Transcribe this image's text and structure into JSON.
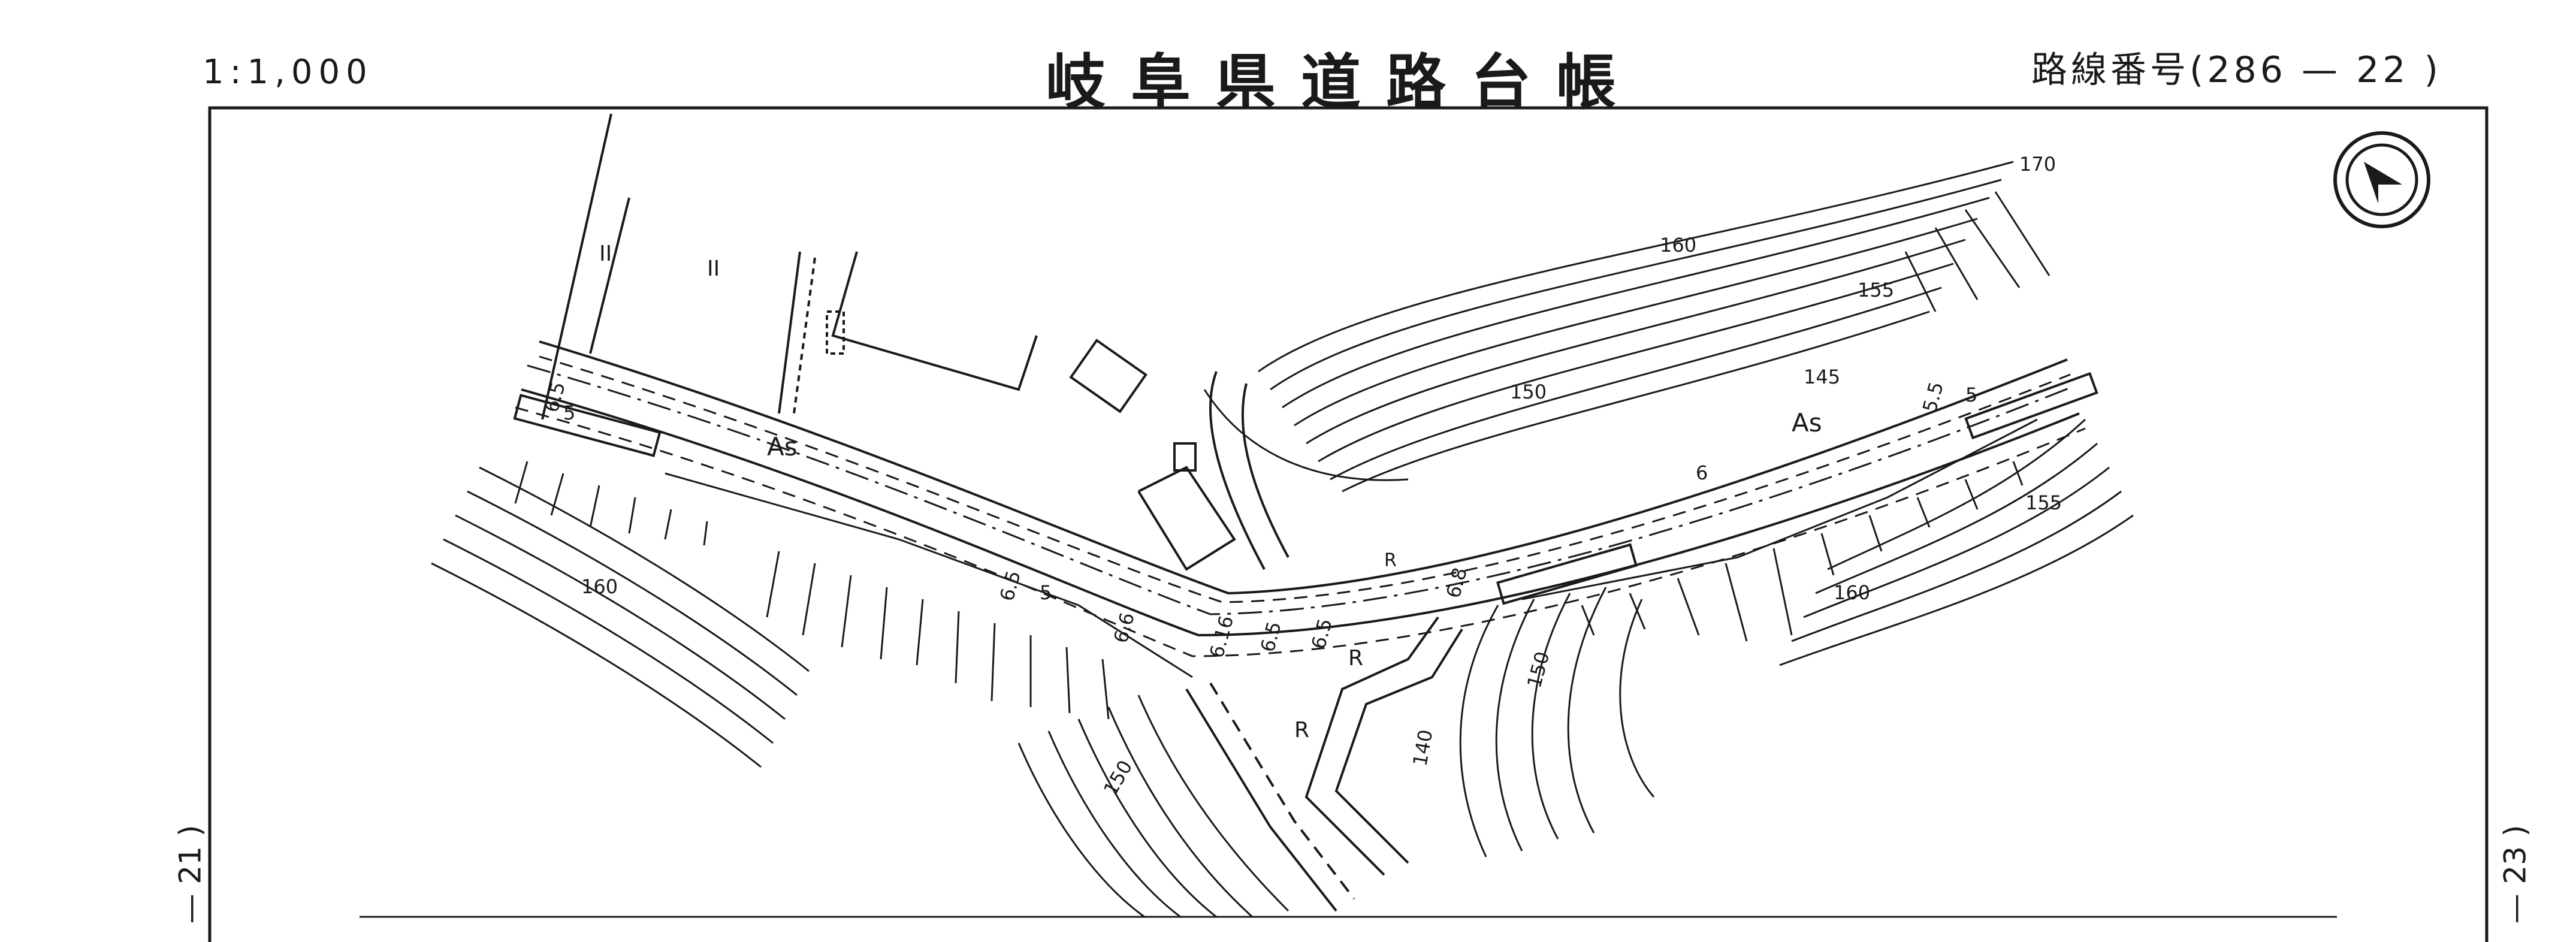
{
  "header": {
    "scale": "1:1,000",
    "title": "岐阜県道路台帳",
    "route_number": "路線番号(286 — 22 )"
  },
  "adjacent_sheets": {
    "left": "— 21 )",
    "right": "— 23 )"
  },
  "map": {
    "north_arrow_icon": "north-arrow-icon",
    "road_surface_labels": [
      "As",
      "As"
    ],
    "width_labels": [
      "6.5",
      "5",
      "6.5",
      "5",
      "6.6",
      "6.16",
      "6.5",
      "6.5",
      "6.8",
      "6",
      "5.5",
      "5"
    ],
    "contour_labels": [
      "170",
      "160",
      "155",
      "150",
      "145",
      "155",
      "160",
      "150",
      "140",
      "160",
      "150"
    ],
    "side_road_labels": [
      "R",
      "R",
      "R"
    ],
    "building_marks": [
      "II",
      "II"
    ]
  }
}
